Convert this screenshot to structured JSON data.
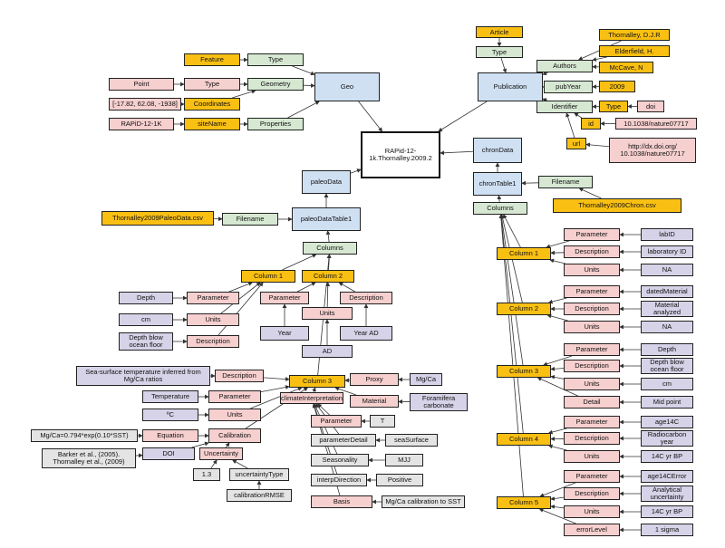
{
  "diagram": {
    "root": "RAPid-12-1k.Thornalley.2009.2",
    "geo": {
      "geo": "Geo",
      "feature": "Feature",
      "feature_type_label": "Type",
      "type_label": "Type",
      "geometry": "Geometry",
      "point": "Point",
      "coordinates_label": "Coordinates",
      "coordinates_value": "[-17.82, 62.08, -1938]",
      "properties": "Properties",
      "site_name_label": "siteName",
      "site_name_value": "RAPiD-12-1K"
    },
    "publication": {
      "publication": "Publication",
      "article": "Article",
      "type_label": "Type",
      "authors_label": "Authors",
      "author_1": "Thornalley, D.J.R",
      "author_2": "Elderfield, H.",
      "author_3": "McCave, N",
      "pub_year_label": "pubYear",
      "pub_year_value": "2009",
      "identifier_label": "Identifier",
      "identifier_type_label": "Type",
      "identifier_type_value": "doi",
      "id_label": "id",
      "id_value": "10.1038/nature07717",
      "url_label": "url",
      "url_value": "http://dx.doi.org/ 10.1038/nature07717"
    },
    "paleo": {
      "paleo_data": "paleoData",
      "paleo_table": "paleoDataTable1",
      "filename_label": "Filename",
      "filename_value": "Thornalley2009PaleoData.csv",
      "columns": "Columns",
      "column_1": "Column 1",
      "column_2": "Column 2",
      "c1_depth": "Depth",
      "c1_parameter": "Parameter",
      "c1_cm": "cm",
      "c1_units": "Units",
      "c1_depth_desc": "Depth blow ocean floor",
      "c1_description": "Description",
      "c2_parameter": "Parameter",
      "c2_description": "Description",
      "c2_units": "Units",
      "c2_year": "Year",
      "c2_year_ad": "Year AD",
      "c2_ad": "AD",
      "column_3": "Column 3",
      "c3_sst_desc": "Sea-surface temperature inferred from Mg/Ca ratios",
      "c3_description": "Description",
      "c3_temperature": "Temperature",
      "c3_parameter": "Parameter",
      "c3_degc": "ºC",
      "c3_units": "Units",
      "c3_equation_value": "Mg/Ca=0.794*exp(0.10*SST)",
      "c3_equation": "Equation",
      "c3_calibration": "Calibration",
      "c3_doi_value": "Barker et al., (2005). Thornalley et al., (2009)",
      "c3_doi": "DOI",
      "c3_uncertainty": "Uncertainty",
      "c3_uncertainty_value": "1.3",
      "c3_uncertainty_type": "uncertaintyType",
      "c3_calibration_rmse": "calibrationRMSE",
      "c3_proxy": "Proxy",
      "c3_proxy_value": "Mg/Ca",
      "c3_material": "Material",
      "c3_material_value": "Foramifera carbonate",
      "c3_climate_interp": "climateInterpretation",
      "ci_parameter": "Parameter",
      "ci_parameter_value": "T",
      "ci_parameter_detail": "parameterDetail",
      "ci_parameter_detail_value": "seaSurface",
      "ci_seasonality": "Seasonality",
      "ci_seasonality_value": "MJJ",
      "ci_interp_direction": "interpDirection",
      "ci_interp_direction_value": "Positive",
      "ci_basis": "Basis",
      "ci_basis_value": "Mg/Ca calibration to SST"
    },
    "chron": {
      "chron_data": "chronData",
      "chron_table": "chronTable1",
      "filename_label": "Filename",
      "filename_value": "Thornalley2009Chron.csv",
      "columns": "Columns",
      "column_1": "Column 1",
      "c1_parameter": "Parameter",
      "c1_parameter_value": "labID",
      "c1_description": "Description",
      "c1_description_value": "laboratory ID",
      "c1_units": "Units",
      "c1_units_value": "NA",
      "column_2": "Column 2",
      "c2_parameter": "Parameter",
      "c2_parameter_value": "datedMaterial",
      "c2_description": "Description",
      "c2_description_value": "Material analyzed",
      "c2_units": "Units",
      "c2_units_value": "NA",
      "column_3": "Column 3",
      "c3_parameter": "Parameter",
      "c3_parameter_value": "Depth",
      "c3_description": "Description",
      "c3_description_value": "Depth blow ocean floor",
      "c3_units": "Units",
      "c3_units_value": "cm",
      "c3_detail": "Detail",
      "c3_detail_value": "Mid point",
      "column_4": "Column 4",
      "c4_parameter": "Parameter",
      "c4_parameter_value": "age14C",
      "c4_description": "Description",
      "c4_description_value": "Radiocarbon year",
      "c4_units": "Units",
      "c4_units_value": "14C yr BP",
      "column_5": "Column 5",
      "c5_parameter": "Parameter",
      "c5_parameter_value": "age14CError",
      "c5_description": "Description",
      "c5_description_value": "Analytical uncertainty",
      "c5_units": "Units",
      "c5_units_value": "14C yr BP",
      "c5_error_level": "errorLevel",
      "c5_error_level_value": "1 sigma"
    }
  }
}
